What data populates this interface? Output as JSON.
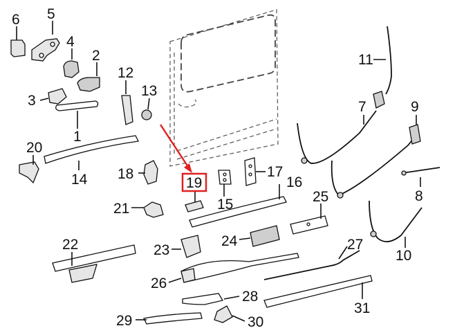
{
  "diagram": {
    "highlight_color": "#e02020",
    "line_color": "#111111",
    "highlighted_callout": "19",
    "callouts": [
      {
        "id": "c1",
        "text": "1"
      },
      {
        "id": "c2",
        "text": "2"
      },
      {
        "id": "c3",
        "text": "3"
      },
      {
        "id": "c4",
        "text": "4"
      },
      {
        "id": "c5",
        "text": "5"
      },
      {
        "id": "c6",
        "text": "6"
      },
      {
        "id": "c7",
        "text": "7"
      },
      {
        "id": "c8",
        "text": "8"
      },
      {
        "id": "c9",
        "text": "9"
      },
      {
        "id": "c10",
        "text": "10"
      },
      {
        "id": "c11",
        "text": "11"
      },
      {
        "id": "c12",
        "text": "12"
      },
      {
        "id": "c13",
        "text": "13"
      },
      {
        "id": "c14",
        "text": "14"
      },
      {
        "id": "c15",
        "text": "15"
      },
      {
        "id": "c16",
        "text": "16"
      },
      {
        "id": "c17",
        "text": "17"
      },
      {
        "id": "c18",
        "text": "18"
      },
      {
        "id": "c19",
        "text": "19"
      },
      {
        "id": "c20",
        "text": "20"
      },
      {
        "id": "c21",
        "text": "21"
      },
      {
        "id": "c22",
        "text": "22"
      },
      {
        "id": "c23",
        "text": "23"
      },
      {
        "id": "c24",
        "text": "24"
      },
      {
        "id": "c25",
        "text": "25"
      },
      {
        "id": "c26",
        "text": "26"
      },
      {
        "id": "c27",
        "text": "27"
      },
      {
        "id": "c28",
        "text": "28"
      },
      {
        "id": "c29",
        "text": "29"
      },
      {
        "id": "c30",
        "text": "30"
      },
      {
        "id": "c31",
        "text": "31"
      }
    ]
  }
}
